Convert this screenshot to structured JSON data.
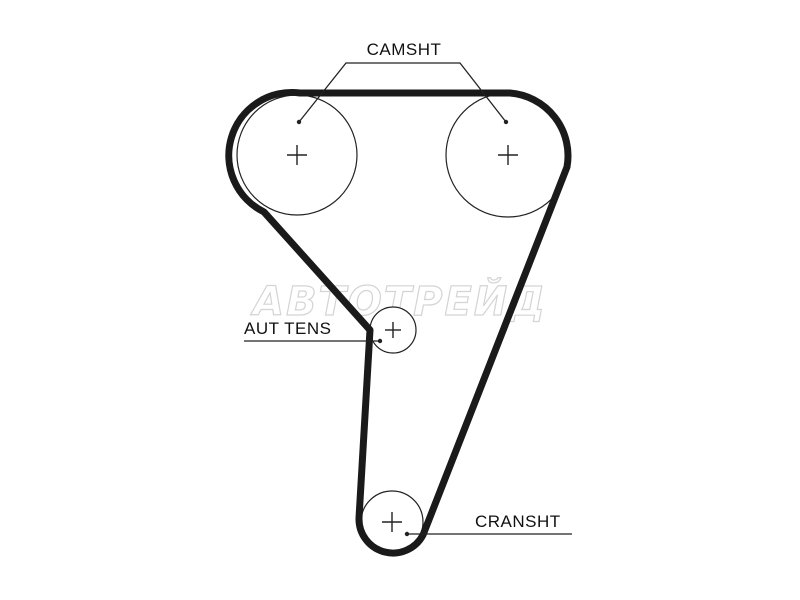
{
  "labels": {
    "camshaft": "CAMSHT",
    "tensioner": "AUT TENS",
    "crankshaft": "CRANSHT"
  },
  "watermark": "АВТОТРЕЙД",
  "colors": {
    "belt": "#1a1a1a",
    "lines": "#222222",
    "watermark_outline": "#d4d4d4",
    "background": "#ffffff"
  }
}
